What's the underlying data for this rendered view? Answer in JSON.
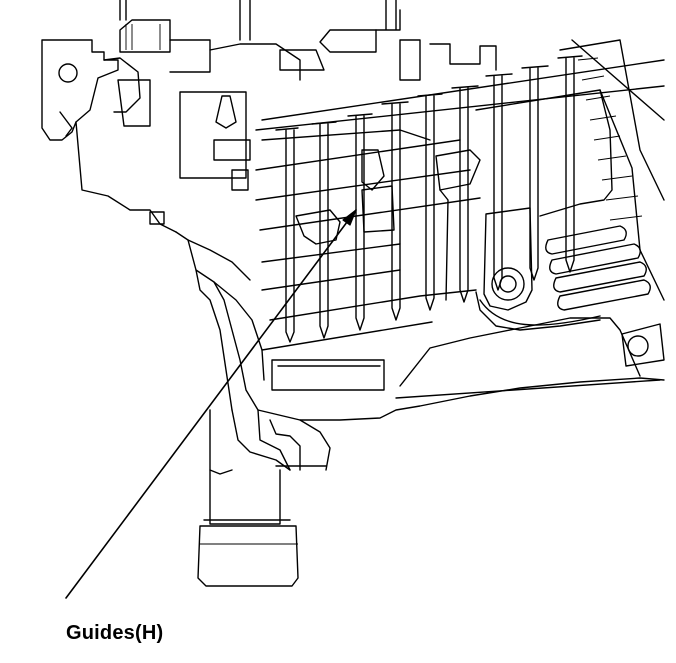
{
  "diagram": {
    "callout_label": "Guides(H)",
    "line_color": "#000000",
    "background": "#ffffff"
  },
  "nails": [
    {
      "id": "nail-1"
    },
    {
      "id": "nail-2"
    },
    {
      "id": "nail-3"
    },
    {
      "id": "nail-4"
    },
    {
      "id": "nail-5"
    },
    {
      "id": "nail-6"
    },
    {
      "id": "nail-7"
    },
    {
      "id": "nail-8"
    },
    {
      "id": "nail-9"
    }
  ]
}
